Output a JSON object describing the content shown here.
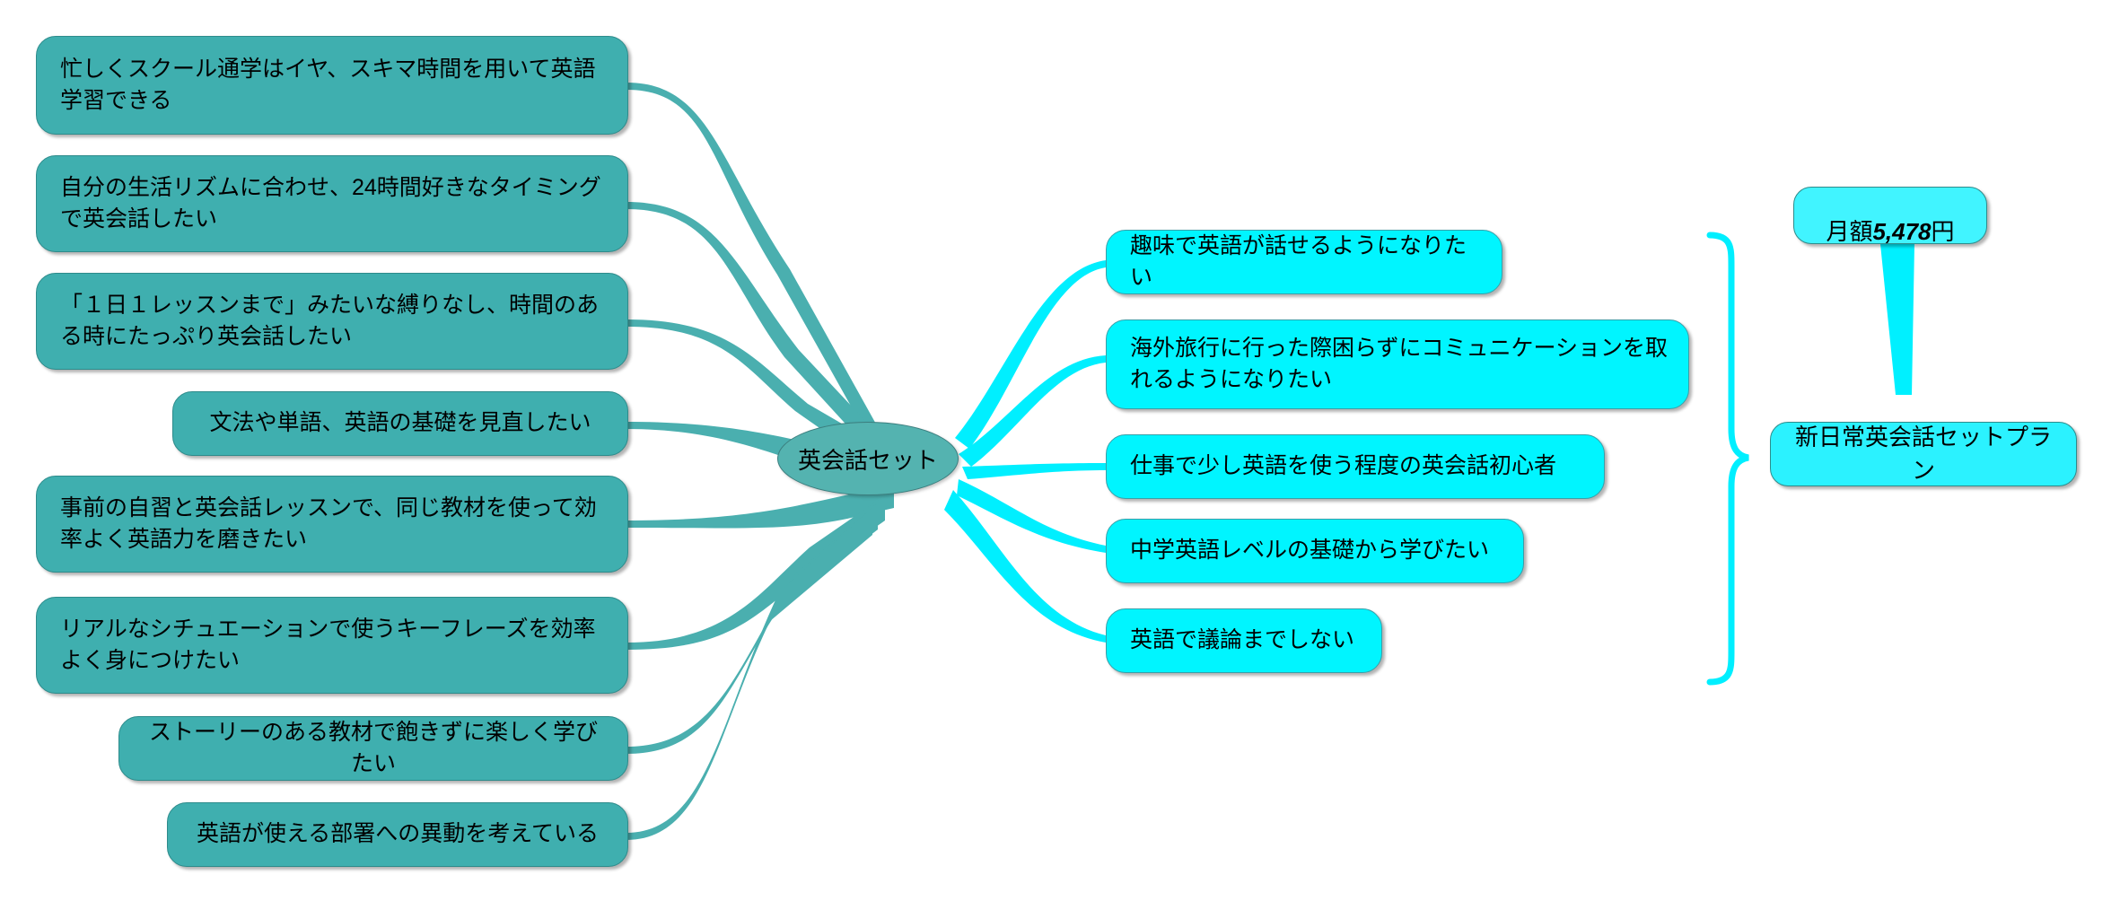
{
  "diagram": {
    "type": "mind-map",
    "title_node": "英会話セット",
    "colors": {
      "left_branch": "#3FAFAF",
      "right_branch": "#00F5FF",
      "hub": "#54B3B0",
      "plan": "#2BF2FF",
      "price": "#41F4FF",
      "text": "#000000",
      "background": "#FFFFFF"
    }
  },
  "hub": {
    "label": "英会話セット"
  },
  "left_branch": {
    "items": [
      {
        "id": "l1",
        "label": "忙しくスクール通学はイヤ、スキマ時間を用いて英語学習できる"
      },
      {
        "id": "l2",
        "label": "自分の生活リズムに合わせ、24時間好きなタイミングで英会話したい"
      },
      {
        "id": "l3",
        "label": "「１日１レッスンまで」みたいな縛りなし、時間のある時にたっぷり英会話したい"
      },
      {
        "id": "l4",
        "label": "文法や単語、英語の基礎を見直したい"
      },
      {
        "id": "l5",
        "label": "事前の自習と英会話レッスンで、同じ教材を使って効率よく英語力を磨きたい"
      },
      {
        "id": "l6",
        "label": "リアルなシチュエーションで使うキーフレーズを効率よく身につけたい"
      },
      {
        "id": "l7",
        "label": "ストーリーのある教材で飽きずに楽しく学びたい"
      },
      {
        "id": "l8",
        "label": "英語が使える部署への異動を考えている"
      }
    ]
  },
  "right_branch": {
    "items": [
      {
        "id": "r1",
        "label": "趣味で英語が話せるようになりたい"
      },
      {
        "id": "r2",
        "label": "海外旅行に行った際困らずにコミュニケーションを取れるようになりたい"
      },
      {
        "id": "r3",
        "label": "仕事で少し英語を使う程度の英会話初心者"
      },
      {
        "id": "r4",
        "label": "中学英語レベルの基礎から学びたい"
      },
      {
        "id": "r5",
        "label": "英語で議論までしない"
      }
    ]
  },
  "plan": {
    "name": "新日常英会話セットプラン",
    "price_prefix": "月額",
    "price_amount": "5,478",
    "price_suffix": "円"
  }
}
